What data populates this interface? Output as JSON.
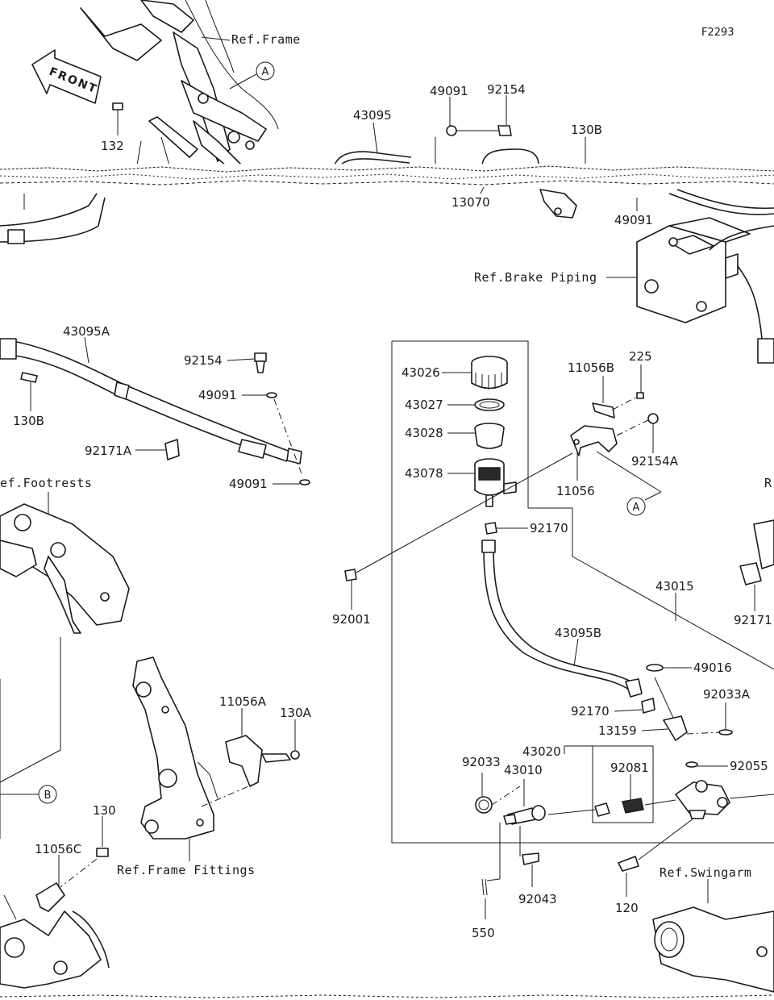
{
  "diagram_code": "F2293",
  "front_arrow": "FRONT",
  "references": {
    "frame": "Ref.Frame",
    "brake_piping": "Ref.Brake Piping",
    "footrests": "ef.Footrests",
    "frame_fittings": "Ref.Frame Fittings",
    "swingarm": "Ref.Swingarm",
    "right_edge": "R"
  },
  "callouts": {
    "a_top": "A",
    "a_mid": "A",
    "b": "B"
  },
  "part_numbers": {
    "p132": "132",
    "p43095": "43095",
    "p49091_top": "49091",
    "p92154_top": "92154",
    "p130B_top": "130B",
    "p13070": "13070",
    "p49091_right": "49091",
    "p43095A": "43095A",
    "p92154_left": "92154",
    "p49091_left_a": "49091",
    "p130B_left": "130B",
    "p92171A": "92171A",
    "p49091_left_b": "49091",
    "p43026": "43026",
    "p43027": "43027",
    "p43028": "43028",
    "p43078": "43078",
    "p11056B": "11056B",
    "p225": "225",
    "p92154A": "92154A",
    "p11056": "11056",
    "p92170_a": "92170",
    "p92001": "92001",
    "p43015": "43015",
    "p92171": "92171",
    "p43095B": "43095B",
    "p49016": "49016",
    "p92033A": "92033A",
    "p92170_b": "92170",
    "p13159": "13159",
    "p43020": "43020",
    "p92033": "92033",
    "p43010": "43010",
    "p92081": "92081",
    "p92055": "92055",
    "p92043": "92043",
    "p550": "550",
    "p120": "120",
    "p11056A": "11056A",
    "p130A": "130A",
    "p130": "130",
    "p11056C": "11056C"
  }
}
